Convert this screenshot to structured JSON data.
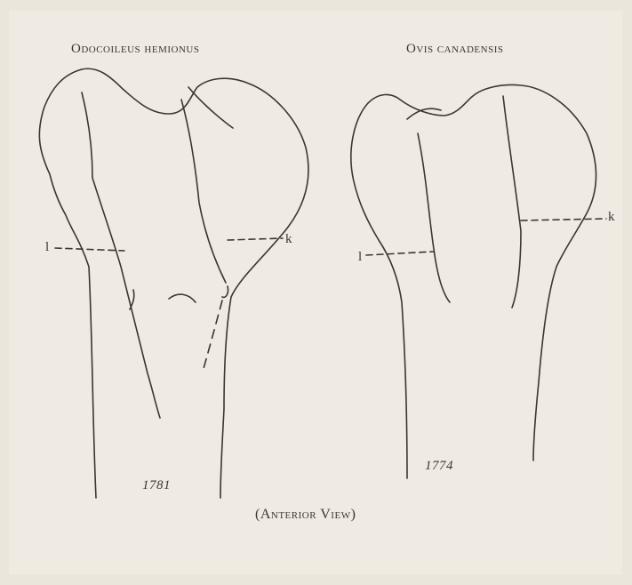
{
  "figure": {
    "left_specimen": {
      "name": "Odocoileus hemionus",
      "catalog": "1781",
      "line_label_left": "l",
      "line_label_right": "k"
    },
    "right_specimen": {
      "name": "Ovis canadensis",
      "catalog": "1774",
      "line_label_left": "l",
      "line_label_right": "k"
    },
    "caption": "(Anterior View)",
    "colors": {
      "paper": "#ebe6dc",
      "ink": "#3a3632",
      "frame": "#f4f0e7"
    }
  }
}
